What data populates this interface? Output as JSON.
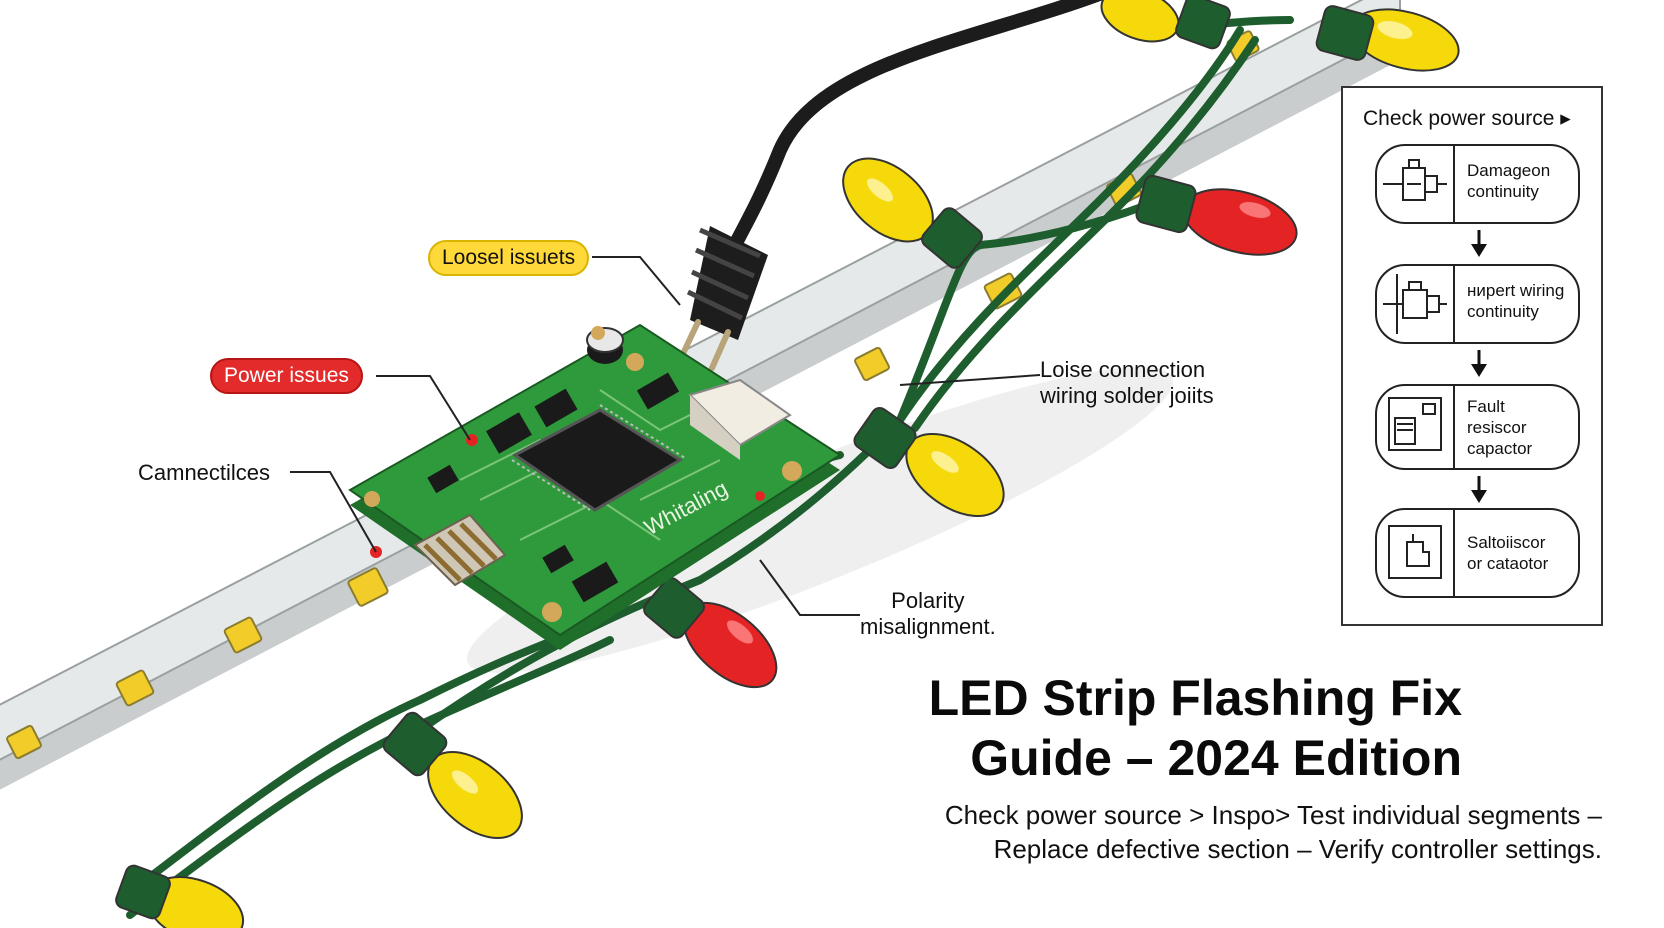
{
  "callouts": {
    "loose_issues": "Loosel issuets",
    "power_issues": "Power issues",
    "connections": "Camnectilces",
    "loose_connection": [
      "Loise connection",
      "wiring solder joiits"
    ],
    "polarity": [
      "Polarity",
      "misalignment."
    ],
    "board_marking": "Whitaling"
  },
  "flowchart": {
    "title": "Check power source",
    "steps": [
      {
        "lines": [
          "Damageon",
          "continuity"
        ],
        "icon": "connector-icon"
      },
      {
        "lines": [
          "ниpert wiring",
          "continuity"
        ],
        "icon": "plug-icon"
      },
      {
        "lines": [
          "Fault",
          "resiscor",
          "capactor"
        ],
        "icon": "device-icon"
      },
      {
        "lines": [
          "Saltoiiscor",
          "or cataotor"
        ],
        "icon": "socket-icon"
      }
    ]
  },
  "title": [
    "LED Strip Flashing Fix",
    "Guide – 2024 Edition"
  ],
  "subtitle": [
    "Check power source > Inspo> Test individual segments –",
    "Replace defective section – Verify controller settings."
  ],
  "colors": {
    "wire_green": "#1e5e2e",
    "bulb_yellow": "#f5d90a",
    "bulb_red": "#e42424",
    "pcb_green": "#2f9a3c",
    "chip_black": "#1a1a1a",
    "strip_gray": "#d8dcdc",
    "label_yellow": "#ffd83a",
    "label_red": "#e32b2b"
  }
}
